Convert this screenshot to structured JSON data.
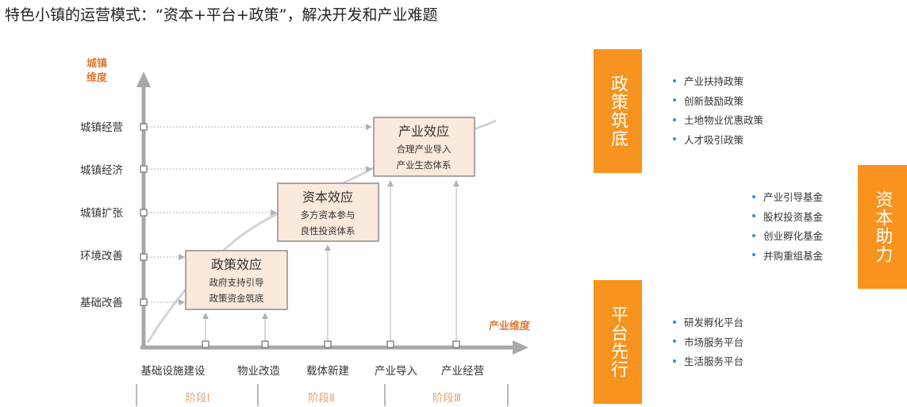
{
  "title": "特色小镇的运营模式：“资本+平台+政策”，解决开发和产业难题",
  "diagram": {
    "y_axis_label": [
      "城镇",
      "维度"
    ],
    "x_axis_label": "产业维度",
    "y_levels": [
      "城镇经营",
      "城镇经济",
      "城镇扩张",
      "环境改善",
      "基础改善"
    ],
    "x_categories": [
      "基础设施建设",
      "物业改造",
      "载体新建",
      "产业导入",
      "产业经营"
    ],
    "stages": [
      "阶段Ⅰ",
      "阶段Ⅱ",
      "阶段Ⅲ"
    ],
    "boxes": [
      {
        "title": "政策效应",
        "lines": [
          "政府支持引导",
          "政策资金筑底"
        ]
      },
      {
        "title": "资本效应",
        "lines": [
          "多方资本参与",
          "良性投资体系"
        ]
      },
      {
        "title": "产业效应",
        "lines": [
          "合理产业导入",
          "产业生态体系"
        ]
      }
    ]
  },
  "panels": {
    "policy": {
      "label": "政策筑底",
      "items": [
        "产业扶持政策",
        "创新鼓励政策",
        "土地物业优惠政策",
        "人才吸引政策"
      ]
    },
    "capital": {
      "label": "资本助力",
      "items": [
        "产业引导基金",
        "股权投资基金",
        "创业孵化基金",
        "并购重组基金"
      ]
    },
    "platform": {
      "label": "平台先行",
      "items": [
        "研发孵化平台",
        "市场服务平台",
        "生活服务平台"
      ]
    }
  },
  "colors": {
    "orange": "#f7931e",
    "axis": "#a8a8a8",
    "box_fill": "#fbe9dc",
    "box_border": "#8c8c8c",
    "axis_label": "#e07b39",
    "bullet": "#2b8fd6"
  }
}
